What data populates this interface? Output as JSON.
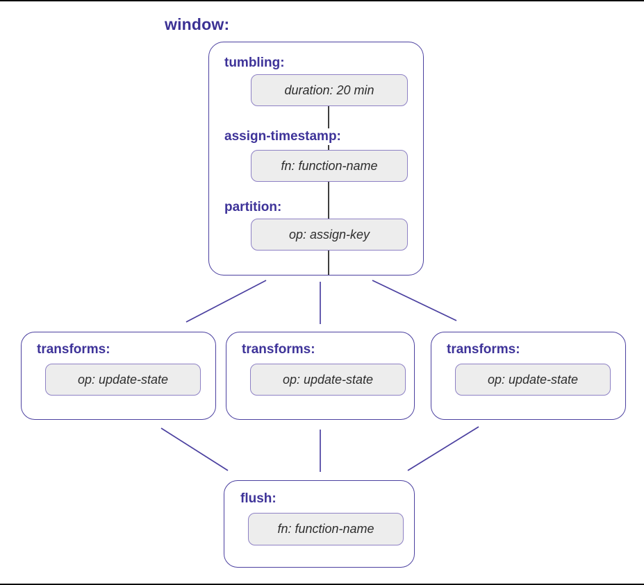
{
  "diagram": {
    "title": "window:",
    "window_node": {
      "fields": [
        {
          "label": "tumbling:",
          "value": "duration: 20 min"
        },
        {
          "label": "assign-timestamp:",
          "value": "fn: function-name"
        },
        {
          "label": "partition:",
          "value": "op: assign-key"
        }
      ]
    },
    "transform_nodes": [
      {
        "label": "transforms:",
        "value": "op: update-state"
      },
      {
        "label": "transforms:",
        "value": "op: update-state"
      },
      {
        "label": "transforms:",
        "value": "op: update-state"
      }
    ],
    "flush_node": {
      "label": "flush:",
      "value": "fn: function-name"
    }
  },
  "colors": {
    "accent_indigo_text": "#3b3194",
    "node_border": "#4a3f9f",
    "value_box_fill": "#ededed",
    "value_box_border": "#8d80c4",
    "value_text": "#2d2d2d",
    "inner_spine_line": "#3d3d3d",
    "connector_line": "#4a3f9f",
    "page_rule": "#0b0b0b",
    "background": "#ffffff"
  }
}
